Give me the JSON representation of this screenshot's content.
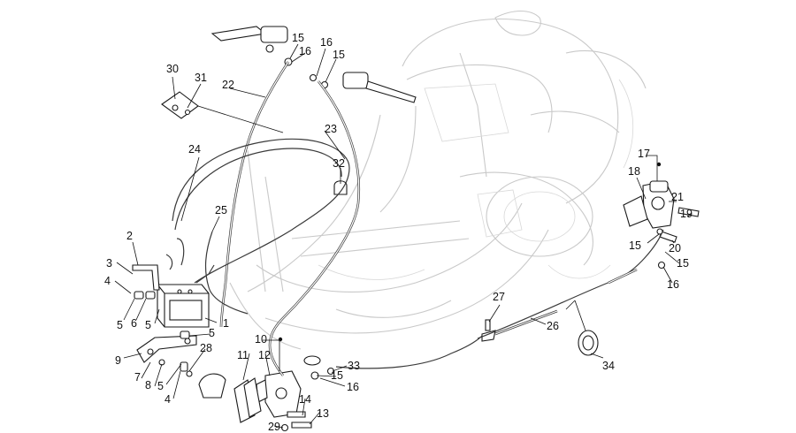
{
  "callouts": [
    {
      "label": "15"
    },
    {
      "label": "16"
    },
    {
      "label": "16"
    },
    {
      "label": "15"
    },
    {
      "label": "30"
    },
    {
      "label": "31"
    },
    {
      "label": "22"
    },
    {
      "label": "23"
    },
    {
      "label": "24"
    },
    {
      "label": "32"
    },
    {
      "label": "25"
    },
    {
      "label": "2"
    },
    {
      "label": "3"
    },
    {
      "label": "4"
    },
    {
      "label": "5"
    },
    {
      "label": "6"
    },
    {
      "label": "5"
    },
    {
      "label": "1"
    },
    {
      "label": "5"
    },
    {
      "label": "9"
    },
    {
      "label": "10"
    },
    {
      "label": "11"
    },
    {
      "label": "12"
    },
    {
      "label": "28"
    },
    {
      "label": "7"
    },
    {
      "label": "8"
    },
    {
      "label": "5"
    },
    {
      "label": "4"
    },
    {
      "label": "33"
    },
    {
      "label": "15"
    },
    {
      "label": "16"
    },
    {
      "label": "14"
    },
    {
      "label": "13"
    },
    {
      "label": "29"
    },
    {
      "label": "27"
    },
    {
      "label": "26"
    },
    {
      "label": "34"
    },
    {
      "label": "17"
    },
    {
      "label": "18"
    },
    {
      "label": "21"
    },
    {
      "label": "19"
    },
    {
      "label": "15"
    },
    {
      "label": "20"
    },
    {
      "label": "15"
    },
    {
      "label": "16"
    }
  ]
}
